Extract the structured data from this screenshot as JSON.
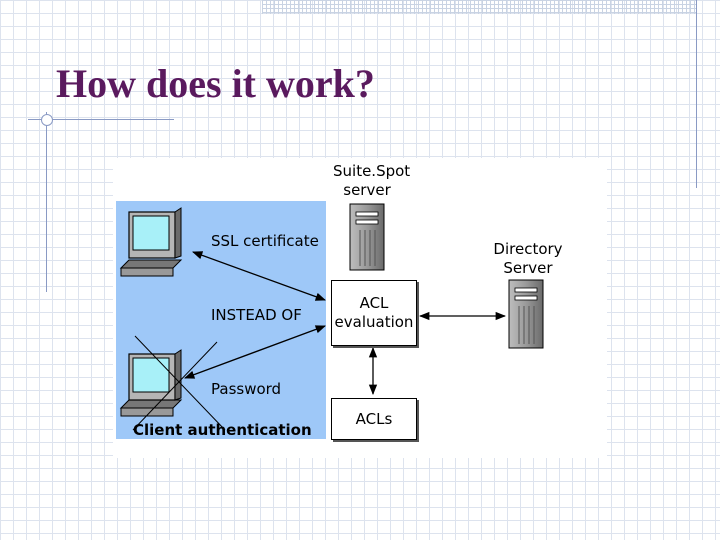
{
  "slide": {
    "title": "How does it work?"
  },
  "diagram": {
    "suitespot_label_line1": "Suite.Spot",
    "suitespot_label_line2": "server",
    "directory_label_line1": "Directory",
    "directory_label_line2": "Server",
    "ssl_label": "SSL certificate",
    "instead_label": "INSTEAD OF",
    "password_label": "Password",
    "client_auth_label": "Client authentication",
    "acl_eval_line1": "ACL",
    "acl_eval_line2": "evaluation",
    "acls_label": "ACLs"
  }
}
